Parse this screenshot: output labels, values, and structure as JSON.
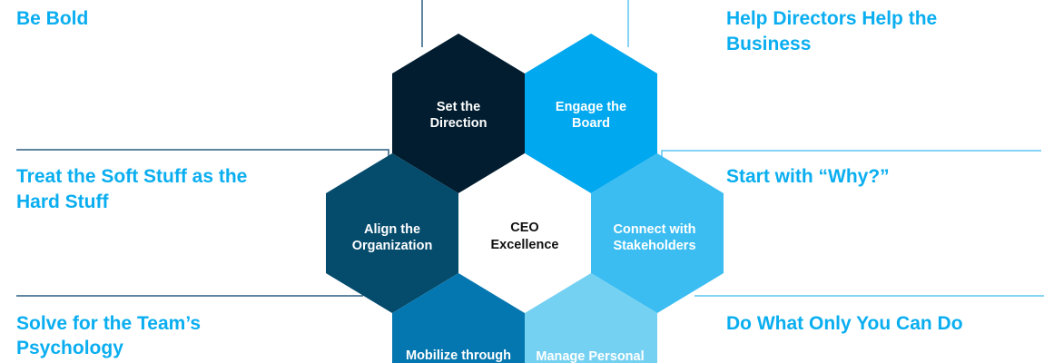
{
  "principles": {
    "left": [
      "Be Bold",
      "Treat the Soft Stuff as the Hard Stuff",
      "Solve for the Team’s Psychology"
    ],
    "right": [
      "Help Directors Help the Business",
      "Start with “Why?”",
      "Do What Only You Can Do"
    ]
  },
  "hexagons": {
    "center": {
      "line1": "CEO",
      "line2": "Excellence",
      "color": "#ffffff"
    },
    "set_direction": {
      "line1": "Set the",
      "line2": "Direction",
      "color": "#021d30"
    },
    "engage_board": {
      "line1": "Engage the",
      "line2": "Board",
      "color": "#00a8ef"
    },
    "align_org": {
      "line1": "Align the",
      "line2": "Organization",
      "color": "#044b6c"
    },
    "connect_stakeholders": {
      "line1": "Connect with",
      "line2": "Stakeholders",
      "color": "#3bbdf2"
    },
    "mobilize": {
      "line1": "Mobilize through",
      "color": "#0577b0"
    },
    "manage_personal": {
      "line1": "Manage Personal",
      "color": "#75d1f2"
    }
  },
  "colors": {
    "text_accent": "#0aaef0",
    "line_left": "#2b5d80",
    "line_right": "#5cc6f0"
  }
}
